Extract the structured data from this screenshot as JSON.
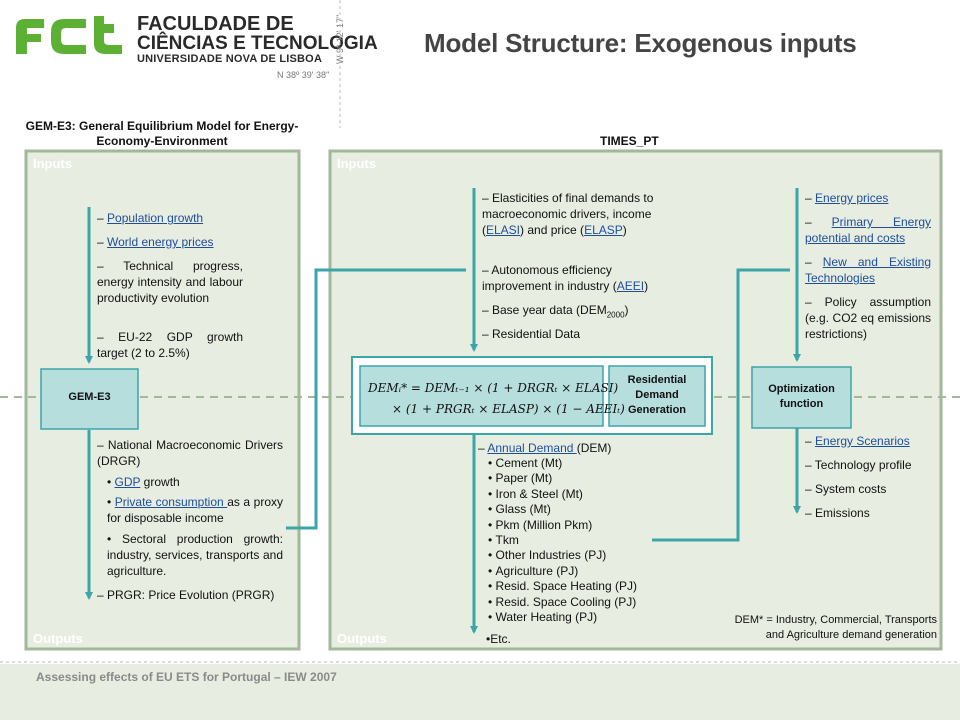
{
  "header": {
    "logo_mark": "FCT",
    "logo_line1": "FACULDADE DE",
    "logo_line2": "CIÊNCIAS E TECNOLOGIA",
    "logo_line3": "UNIVERSIDADE NOVA DE LISBOA",
    "coord_vertical": "W 9º 12' 17''",
    "coord_horizontal": "N 38º 39' 38''",
    "title": "Model Structure: Exogenous inputs"
  },
  "left_panel": {
    "heading": "GEM-E3: General Equilibrium Model for Energy-Economy-Environment",
    "inputs_label": "Inputs",
    "outputs_label": "Outputs",
    "model_box": "GEM-E3",
    "inputs": {
      "pop_dash": "– ",
      "pop_link": "Population growth",
      "wep_dash": "– ",
      "wep_link": "World energy prices",
      "tech": "– Technical progress, energy intensity and labour productivity evolution",
      "gdp_target": "– EU-22 GDP growth target (2 to 2.5%)"
    },
    "outputs": {
      "drivers": "– National Macroeconomic Drivers (DRGR)",
      "gdp_link": "GDP",
      "gdp_rest": " growth",
      "pc_link": "Private consumption ",
      "pc_rest": "as a proxy for disposable income",
      "sectoral": "Sectoral production growth: industry, services, transports and agriculture.",
      "prgr": "– PRGR: Price Evolution (PRGR)"
    }
  },
  "right_panel": {
    "heading": "TIMES_PT",
    "inputs_label": "Inputs",
    "outputs_label": "Outputs",
    "col1_inputs": {
      "elast_a": "– Elasticities of final demands to macroeconomic drivers, income (",
      "elasi_link": "ELASI",
      "elast_b": ") and price (",
      "elasp_link": "ELASP",
      "elast_c": ")",
      "aeei_a": "– Autonomous efficiency improvement in industry (",
      "aeei_link": "AEEI",
      "aeei_b": ")",
      "base_a": "– Base year data (DEM",
      "base_sub": "2000",
      "base_b": ")",
      "residential": "– Residential Data"
    },
    "formula": {
      "line1": "DEMᵢ* = DEMₜ₋₁ × (1 + DRGRₜ × ELASI)",
      "line2": "× (1 + PRGRₜ × ELASP) × (1 − AEEIₜ)"
    },
    "residential_box": "Residential Demand Generation",
    "optimization_box": "Optimization function",
    "demand": {
      "dash": "– ",
      "link": "Annual Demand ",
      "rest": "(DEM)",
      "items": [
        "Cement (Mt)",
        "Paper (Mt)",
        "Iron & Steel (Mt)",
        "Glass (Mt)",
        "Pkm (Million Pkm)",
        "Tkm",
        "Other Industries (PJ)",
        "Agriculture (PJ)",
        "Resid. Space Heating (PJ)",
        "Resid. Space Cooling (PJ)",
        "Water Heating (PJ)"
      ],
      "etc": "•Etc."
    },
    "col2_inputs": {
      "ep_dash": "– ",
      "ep_link": "Energy prices",
      "pe_dash": "– ",
      "pe_link": "Primary Energy potential and costs",
      "nt_dash": "– ",
      "nt_link": "New and Existing Technologies",
      "policy": "– Policy assumption (e.g. CO2 eq emissions restrictions)"
    },
    "col2_outputs": {
      "es_dash": "– ",
      "es_link": "Energy Scenarios",
      "tech_profile": "– Technology profile",
      "system_costs": "– System costs",
      "emissions": "– Emissions"
    },
    "footnote_line1": "DEM* = Industry, Commercial, Transports",
    "footnote_line2": "and Agriculture demand generation"
  },
  "footer": {
    "text": "Assessing effects of EU ETS for Portugal – IEW 2007"
  },
  "colors": {
    "panel_border": "#a3b79a",
    "panel_fill": "#e7ede1",
    "arrow": "#3ba5a8",
    "box_fill": "#b6dedd",
    "box_border": "#3ba5a8",
    "logo_green": "#5cb135",
    "link": "#1f4e9c",
    "title": "#444444"
  }
}
